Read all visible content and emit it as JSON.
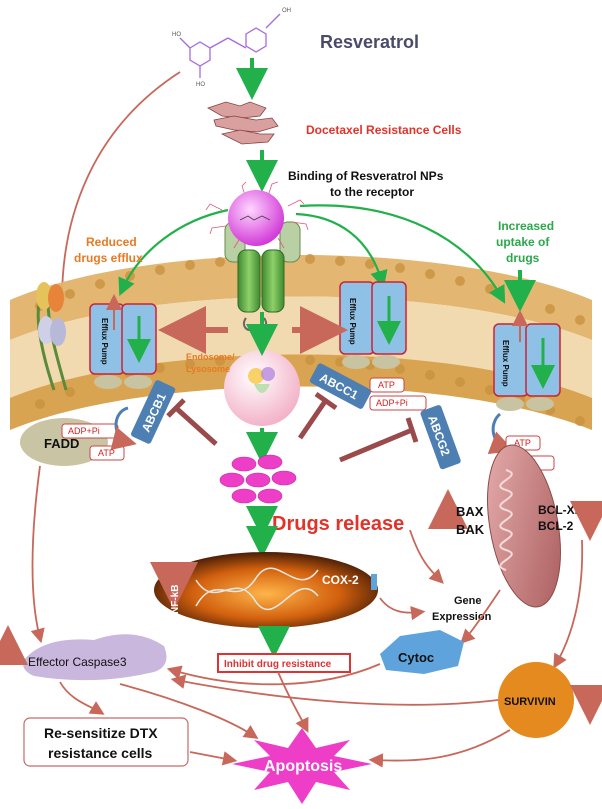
{
  "labels": {
    "resveratrol": "Resveratrol",
    "dtx_cells": "Docetaxel Resistance Cells",
    "binding": "Binding  of  Resveratrol NPs to the receptor",
    "reduced_efflux_1": "Reduced",
    "reduced_efflux_2": "drugs efflux",
    "increased_1": "Increased",
    "increased_2": "uptake of",
    "increased_3": "drugs",
    "efflux_pump": "Efflux Pump",
    "endosome_1": "Endosome/",
    "endosome_2": "Lysosome",
    "abcb1": "ABCB1",
    "abcc1": "ABCC1",
    "abcg2": "ABCG2",
    "atp": "ATP",
    "adp_pi": "ADP+Pi",
    "fadd": "FADD",
    "drugs_release": "Drugs release",
    "nfkb": "NF-kB",
    "cox2": "COX-2",
    "bax": "BAX",
    "bak": "BAK",
    "bcl_xl": "BCL-XL",
    "bcl_2": "BCL-2",
    "gene_expr_1": "Gene",
    "gene_expr_2": "Expression",
    "inhibit": "Inhibit drug resistance",
    "cytoc": "Cytoc",
    "effector": "Effector Caspase3",
    "survivin": "SURVIVIN",
    "resensitize_1": "Re-sensitize DTX",
    "resensitize_2": "resistance cells",
    "apoptosis": "Apoptosis",
    "mol_ho1": "HO",
    "mol_ho2": "HO",
    "mol_oh": "OH"
  },
  "colors": {
    "green_arrow": "#22b04a",
    "brown_arrow": "#c7685a",
    "inhibit_bar": "#9a4a4a",
    "membrane": "#d9a451",
    "pump": "#8fc0e6",
    "abc_box": "#4d7fb3",
    "mito": "#c98686",
    "apoptosis": "#ee3ec8",
    "survivin": "#e58a1e",
    "caspase": "#c9b7de",
    "cytoc": "#5fa3dc",
    "nanoparticle": "#e050e8"
  }
}
